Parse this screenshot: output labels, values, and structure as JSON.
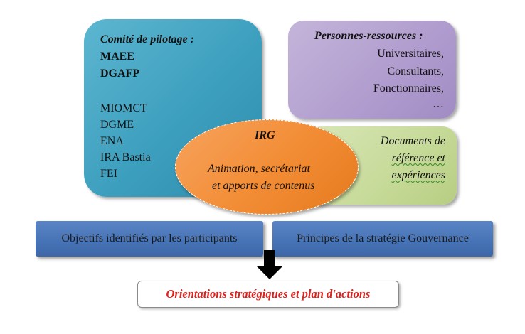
{
  "comite": {
    "title": "Comité de pilotage :",
    "bold_members": [
      "MAEE",
      "DGAFP"
    ],
    "members": [
      "MIOMCT",
      "DGME",
      "ENA",
      "IRA Bastia",
      "FEI"
    ]
  },
  "personnes": {
    "title": "Personnes-ressources :",
    "items": [
      "Universitaires,",
      "Consultants,",
      "Fonctionnaires,",
      "…"
    ]
  },
  "documents": {
    "lines": [
      "Documents de",
      "référence et",
      "expériences"
    ]
  },
  "irg": {
    "title": "IRG",
    "lines": [
      "Animation, secrétariat",
      "et apports de contenus"
    ]
  },
  "objectifs": {
    "label": "Objectifs identifiés par les participants"
  },
  "principes": {
    "label": "Principes de la stratégie Gouvernance"
  },
  "orientations": {
    "label": "Orientations stratégiques et plan d'actions"
  },
  "colors": {
    "comite": "#3d9fbe",
    "personnes": "#b09cce",
    "documents": "#c6da98",
    "irg": "#f28c34",
    "bars": "#4673b6",
    "orientations_text": "#e0201b"
  }
}
